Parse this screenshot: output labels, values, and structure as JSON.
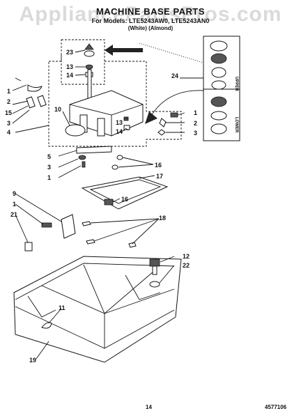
{
  "header": {
    "title": "MACHINE BASE PARTS",
    "models": "For Models: LTE5243AW0, LTE5243AN0",
    "colors": "(White)     (Almond)"
  },
  "watermark": "AppliancePartsPros.com",
  "callouts": [
    "1",
    "2",
    "3",
    "4",
    "5",
    "9",
    "10",
    "11",
    "12",
    "13",
    "14",
    "15",
    "16",
    "17",
    "18",
    "19",
    "21",
    "22",
    "23",
    "24"
  ],
  "inset_labels": {
    "upper": "UPPER",
    "lower": "LOWER"
  },
  "footer": {
    "page": "14",
    "part_number": "4577106"
  }
}
